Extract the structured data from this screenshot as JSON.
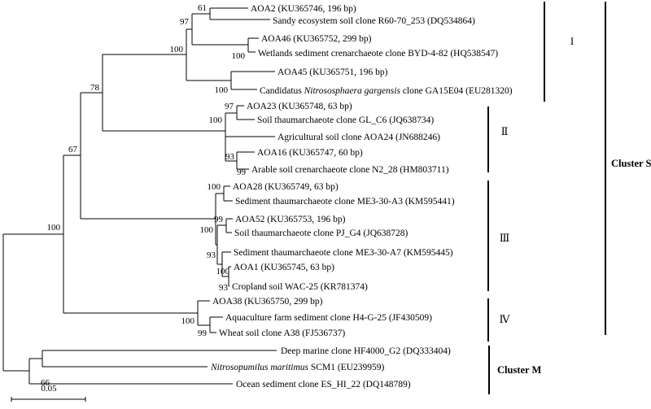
{
  "leaves": {
    "aoa2": "AOA2 (KU365746, 196 bp)",
    "r60": "Sandy ecosystem soil clone R60-70_253 (DQ534864)",
    "aoa46": "AOA46 (KU365752, 299 bp)",
    "byd": "Wetlands sediment crenarchaeote clone BYD-4-82 (HQ538547)",
    "aoa45": "AOA45 (KU365751, 196 bp)",
    "ga15_pre": "Candidatus ",
    "ga15_italic": "Nitrososphaera gargensis",
    "ga15_post": " clone GA15E04 (EU281320)",
    "aoa23": "AOA23 (KU365748, 63 bp)",
    "glc6": "Soil thaumarchaeote clone GL_C6 (JQ638734)",
    "aoa24": "Agricultural soil clone AOA24 (JN688246)",
    "aoa16": "AOA16 (KU365747, 60 bp)",
    "n2_28": "Arable soil crenarchaeote clone N2_28 (HM803711)",
    "aoa28": "AOA28 (KU365749, 63 bp)",
    "me3_a3": "Sediment thaumarchaeote clone ME3-30-A3 (KM595441)",
    "aoa52": "AOA52 (KU365753, 196 bp)",
    "pjg4": "Soil thaumarchaeote clone PJ_G4 (JQ638728)",
    "me3_a7": "Sediment thaumarchaeote clone ME3-30-A7 (KM595445)",
    "aoa1": "AOA1 (KU365745, 63 bp)",
    "wac25": "Cropland soil WAC-25 (KR781374)",
    "aoa38": "AOA38 (KU365750, 299 bp)",
    "h4g25": "Aquaculture farm sediment clone H4-G-25 (JF430509)",
    "a38": "Wheat soil clone A38 (FJ536737)",
    "hf4000": "Deep marine clone HF4000_G2 (DQ333404)",
    "scm1_italic": "Nitrosopumilus maritimus",
    "scm1_post": " SCM1 (EU239959)",
    "eshi22": "Ocean sediment clone ES_HI_22 (DQ148789)"
  },
  "support": {
    "n61": "61",
    "n97a": "97",
    "n100byd": "100",
    "n100cI": "100",
    "n100ga": "100",
    "n78": "78",
    "n97b": "97",
    "n93a": "93",
    "n99a": "99",
    "n100cII": "100",
    "n67": "67",
    "n100c2": "100",
    "n99b": "99",
    "n100me3": "100",
    "n93b": "93",
    "n100aoa1": "100",
    "n93c": "93",
    "n100root": "100",
    "n100iv": "100",
    "n99c": "99",
    "n66": "66"
  },
  "clades": {
    "I": "I",
    "II": "Ⅱ",
    "III": "Ⅲ",
    "IV": "Ⅳ"
  },
  "clusters": {
    "S": "Cluster S",
    "M": "Cluster M"
  },
  "scale": {
    "label": "0.05"
  }
}
